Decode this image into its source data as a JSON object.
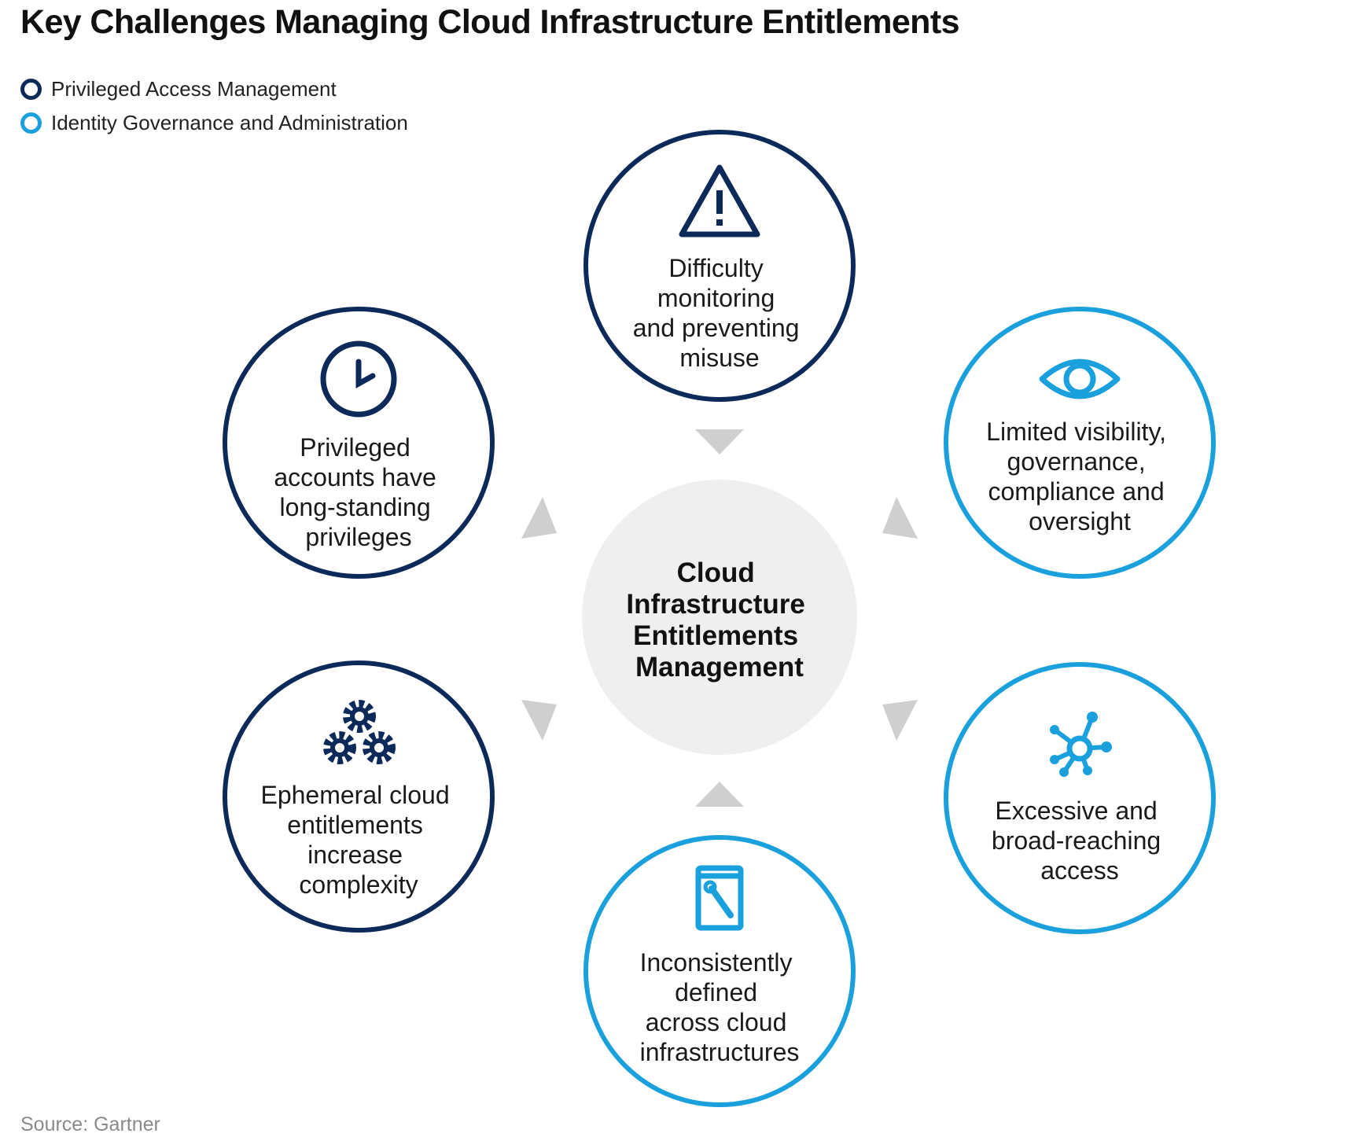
{
  "title": "Key Challenges Managing Cloud Infrastructure Entitlements",
  "legend": [
    {
      "label": "Privileged Access Management",
      "color": "#0b2a5a"
    },
    {
      "label": "Identity Governance and Administration",
      "color": "#1aa0dc"
    }
  ],
  "center": {
    "lines": [
      "Cloud",
      "Infrastructure",
      "Entitlements",
      "Management"
    ]
  },
  "nodes": [
    {
      "icon": "warning-icon",
      "category": "pam",
      "lines": [
        "Difficulty",
        "monitoring",
        "and preventing",
        "misuse"
      ]
    },
    {
      "icon": "eye-icon",
      "category": "iga",
      "lines": [
        "Limited visibility,",
        "governance,",
        "compliance and",
        "oversight"
      ]
    },
    {
      "icon": "network-hub-icon",
      "category": "iga",
      "lines": [
        "Excessive and",
        "broad-reaching",
        "access"
      ]
    },
    {
      "icon": "book-wrench-icon",
      "category": "iga",
      "lines": [
        "Inconsistently",
        "defined",
        "across cloud",
        "infrastructures"
      ]
    },
    {
      "icon": "gears-icon",
      "category": "pam",
      "lines": [
        "Ephemeral cloud",
        "entitlements",
        "increase",
        "complexity"
      ]
    },
    {
      "icon": "clock-icon",
      "category": "pam",
      "lines": [
        "Privileged",
        "accounts have",
        "long-standing",
        "privileges"
      ]
    }
  ],
  "colors": {
    "pam": "#0b2a5a",
    "iga": "#1aa0dc",
    "arrow": "#cfcfcf",
    "center_fill": "#efefef"
  },
  "source": "Source: Gartner"
}
